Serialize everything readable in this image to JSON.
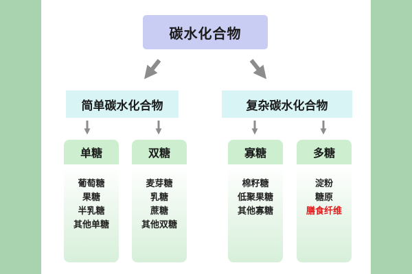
{
  "colors": {
    "background": "#a8d3ae",
    "title_box": "#c9cdf3",
    "group_box": "#d9f4f5",
    "card_head": "#cdefcf",
    "arrow": "#8c8c8c",
    "highlight": "#e01b1b"
  },
  "root": {
    "label": "碳水化合物"
  },
  "groups": [
    {
      "label": "简单碳水化合物"
    },
    {
      "label": "复杂碳水化合物"
    }
  ],
  "cards": [
    {
      "label": "单糖",
      "items": [
        {
          "text": "葡萄糖",
          "highlight": false
        },
        {
          "text": "果糖",
          "highlight": false
        },
        {
          "text": "半乳糖",
          "highlight": false
        },
        {
          "text": "其他单糖",
          "highlight": false
        }
      ]
    },
    {
      "label": "双糖",
      "items": [
        {
          "text": "麦芽糖",
          "highlight": false
        },
        {
          "text": "乳糖",
          "highlight": false
        },
        {
          "text": "蔗糖",
          "highlight": false
        },
        {
          "text": "其他双糖",
          "highlight": false
        }
      ]
    },
    {
      "label": "寡糖",
      "items": [
        {
          "text": "棉籽糖",
          "highlight": false
        },
        {
          "text": "低聚果糖",
          "highlight": false
        },
        {
          "text": "其他寡糖",
          "highlight": false
        }
      ]
    },
    {
      "label": "多糖",
      "items": [
        {
          "text": "淀粉",
          "highlight": false
        },
        {
          "text": "糖原",
          "highlight": false
        },
        {
          "text": "膳食纤维",
          "highlight": true
        }
      ]
    }
  ]
}
